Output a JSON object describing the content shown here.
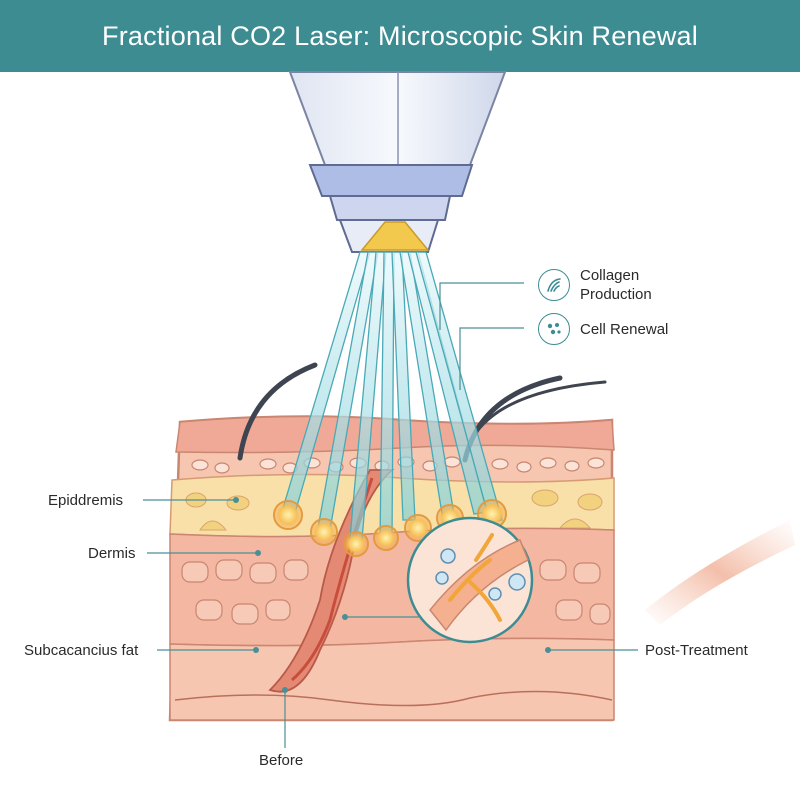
{
  "title": "Fractional CO2 Laser: Microscopic Skin Renewal",
  "legend": [
    {
      "icon": "collagen-icon",
      "label_line1": "Collagen",
      "label_line2": "Production"
    },
    {
      "icon": "cell-renewal-icon",
      "label_line1": "Cell Renewal",
      "label_line2": ""
    }
  ],
  "labels": {
    "epidermis": "Epiddremis",
    "dermis": "Dermis",
    "fat": "Subcacancius fat",
    "before": "Before",
    "post": "Post-Treatment"
  },
  "colors": {
    "header": "#3c8c92",
    "beam": "#8ed7e0",
    "skin": "#f2b8a2",
    "handpiece_ring": "#aebde6",
    "emitter": "#f2c94c"
  }
}
